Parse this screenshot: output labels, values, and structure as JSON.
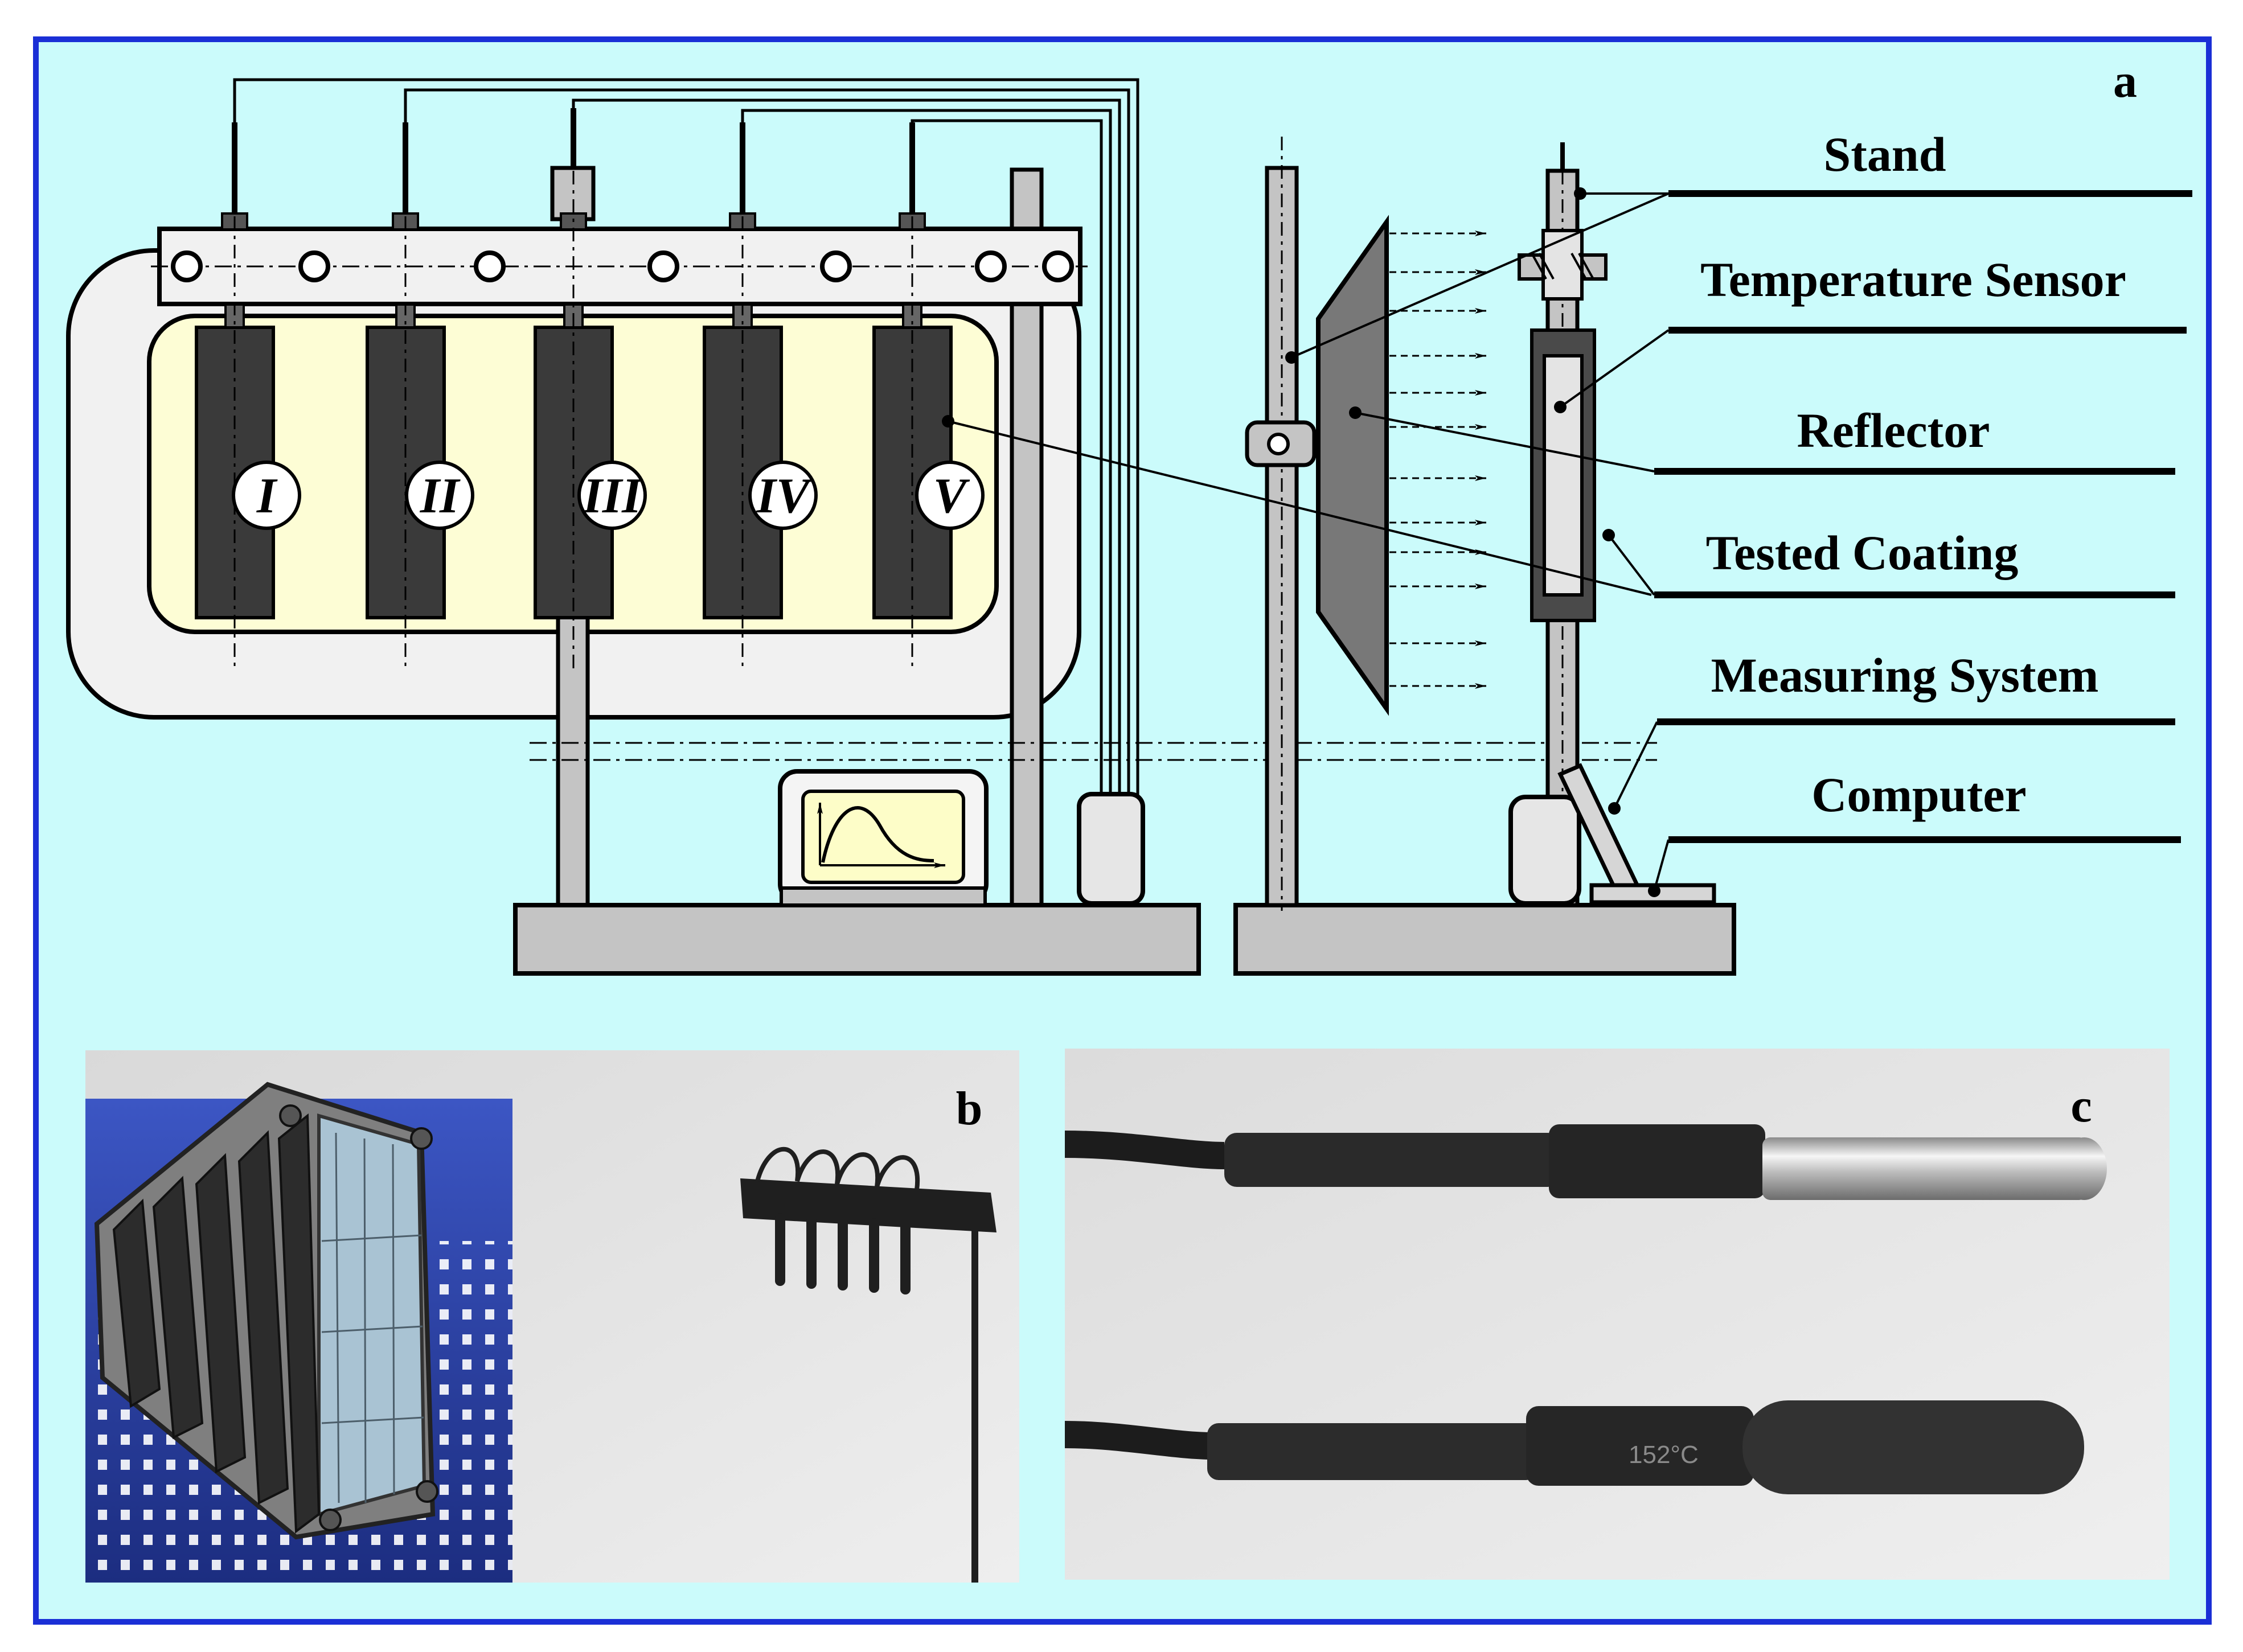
{
  "figure": {
    "colors": {
      "outer_border": "#1a2fd6",
      "panel_background": "#cbfbfb",
      "housing_fill": "#f1f1f1",
      "lamp_area_fill": "#fdfdd5",
      "lamp_fill": "#3a3a3a",
      "stand_fill": "#c4c4c4",
      "reflector_fill": "#787878",
      "screen_fill": "#fdfdc8"
    },
    "panel_a": {
      "letter": "a",
      "lamps": [
        {
          "numeral": "I"
        },
        {
          "numeral": "II"
        },
        {
          "numeral": "III"
        },
        {
          "numeral": "IV"
        },
        {
          "numeral": "V"
        }
      ],
      "callouts": [
        {
          "label": "Stand"
        },
        {
          "label": "Temperature Sensor"
        },
        {
          "label": "Reflector"
        },
        {
          "label": "Tested Coating"
        },
        {
          "label": "Measuring System"
        },
        {
          "label": "Computer"
        }
      ]
    },
    "panel_b": {
      "letter": "b",
      "content": "photo-lamp-assembly-and-sensor-comb"
    },
    "panel_c": {
      "letter": "c",
      "content": "photo-temperature-probes"
    },
    "probe_print_text": "152°C"
  }
}
